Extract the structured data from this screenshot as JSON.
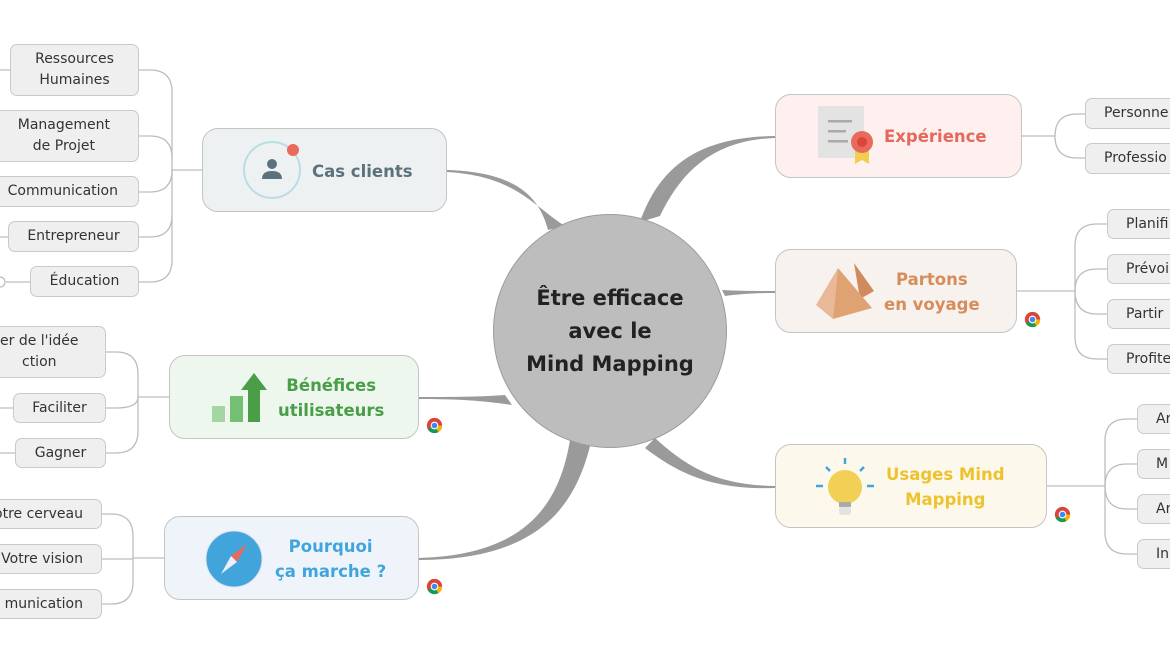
{
  "center": {
    "line1": "Être efficace",
    "line2": "avec le",
    "line3": "Mind Mapping"
  },
  "branches": {
    "cas_clients": {
      "label": "Cas clients",
      "color": "#5b727c",
      "icon": "user-icon",
      "leaves": [
        "Ressources\nHumaines",
        "Management\nde Projet",
        "Communication",
        "Entrepreneur",
        "Éducation"
      ]
    },
    "benefices": {
      "label": "Bénéfices\nutilisateurs",
      "color": "#4a9e47",
      "icon": "growth-chart-icon",
      "leaves": [
        "er de l'idée\nction",
        "Faciliter",
        "Gagner"
      ]
    },
    "pourquoi": {
      "label": "Pourquoi\nça marche ?",
      "color": "#41a5dc",
      "icon": "compass-icon",
      "leaves": [
        "otre cerveau",
        "Votre vision",
        "munication"
      ]
    },
    "experience": {
      "label": "Expérience",
      "color": "#e5685a",
      "icon": "certificate-icon",
      "leaves": [
        "Personne",
        "Professio"
      ]
    },
    "voyage": {
      "label": "Partons\nen voyage",
      "color": "#d68d5c",
      "icon": "pyramid-icon",
      "leaves": [
        "Planifi",
        "Prévoi",
        "Partir",
        "Profite"
      ]
    },
    "usages": {
      "label": "Usages Mind\nMapping",
      "color": "#eec22f",
      "icon": "lightbulb-icon",
      "leaves": [
        "Ar",
        "M",
        "Ar",
        "In"
      ]
    }
  }
}
